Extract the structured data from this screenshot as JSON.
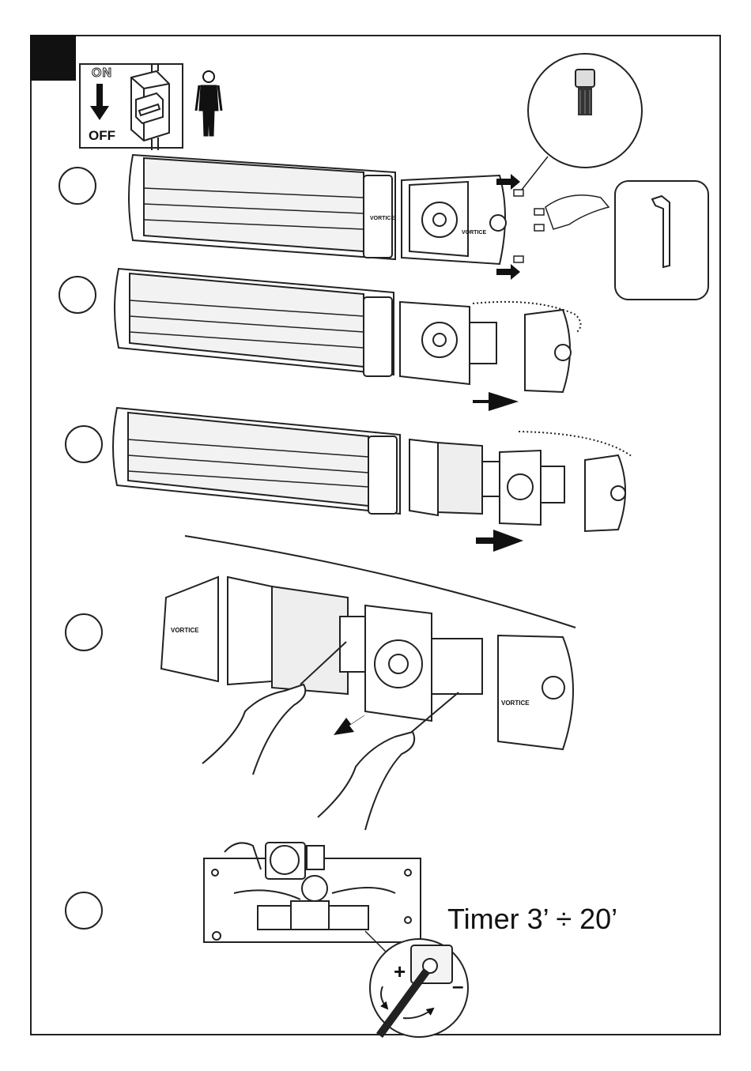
{
  "switch": {
    "on_label": "ON",
    "off_label": "OFF"
  },
  "timer": {
    "label": "Timer 3’ ÷ 20’"
  },
  "adjust": {
    "plus": "+",
    "minus": "–"
  },
  "brand": {
    "logo_text": "VORTICE"
  },
  "steps": [
    "",
    "",
    "",
    "",
    ""
  ],
  "icons": {
    "power": "circuit-breaker-icon",
    "person": "technician-icon",
    "tool": "hex-key-icon",
    "screw": "screw-detail-icon"
  }
}
